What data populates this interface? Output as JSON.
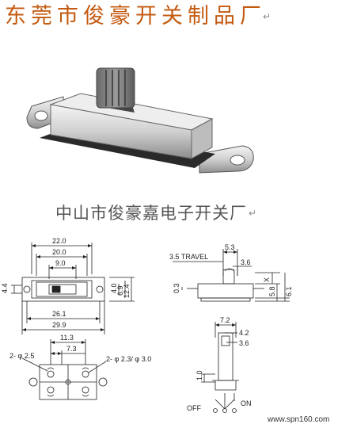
{
  "header": {
    "title": "东莞市俊豪开关制品厂",
    "mark": "↵"
  },
  "subtitle": {
    "text": "中山市俊豪嘉电子开关厂",
    "mark": "↵"
  },
  "drawing": {
    "top_view": {
      "d_22_0": "22.0",
      "d_20_0": "20.0",
      "d_9_0": "9.0",
      "d_4_4": "4.4",
      "d_4_0": "4.0",
      "d_6_9": "6.9",
      "d_12_4": "12.4",
      "d_26_1": "26.1",
      "d_29_9": "29.9"
    },
    "side_view": {
      "travel": "3.5 TRAVEL",
      "d_5_3": "5.3",
      "d_3_6": "3.6",
      "d_0_3": "0.3",
      "d_x": "X",
      "d_5_8": "5.8",
      "d_6_1": "6.1"
    },
    "hole_view": {
      "d_11_3": "11.3",
      "d_7_3": "7.3",
      "hole_left": "2- φ 2.5",
      "hole_right": "2- φ 2.3/ φ 3.0"
    },
    "end_view": {
      "d_7_2": "7.2",
      "d_4_2": "4.2",
      "d_3_6": "3.6",
      "d_1_0": "1.0",
      "off": "OFF",
      "on": "ON"
    }
  },
  "footer": {
    "watermark": "www.spn160.com"
  }
}
